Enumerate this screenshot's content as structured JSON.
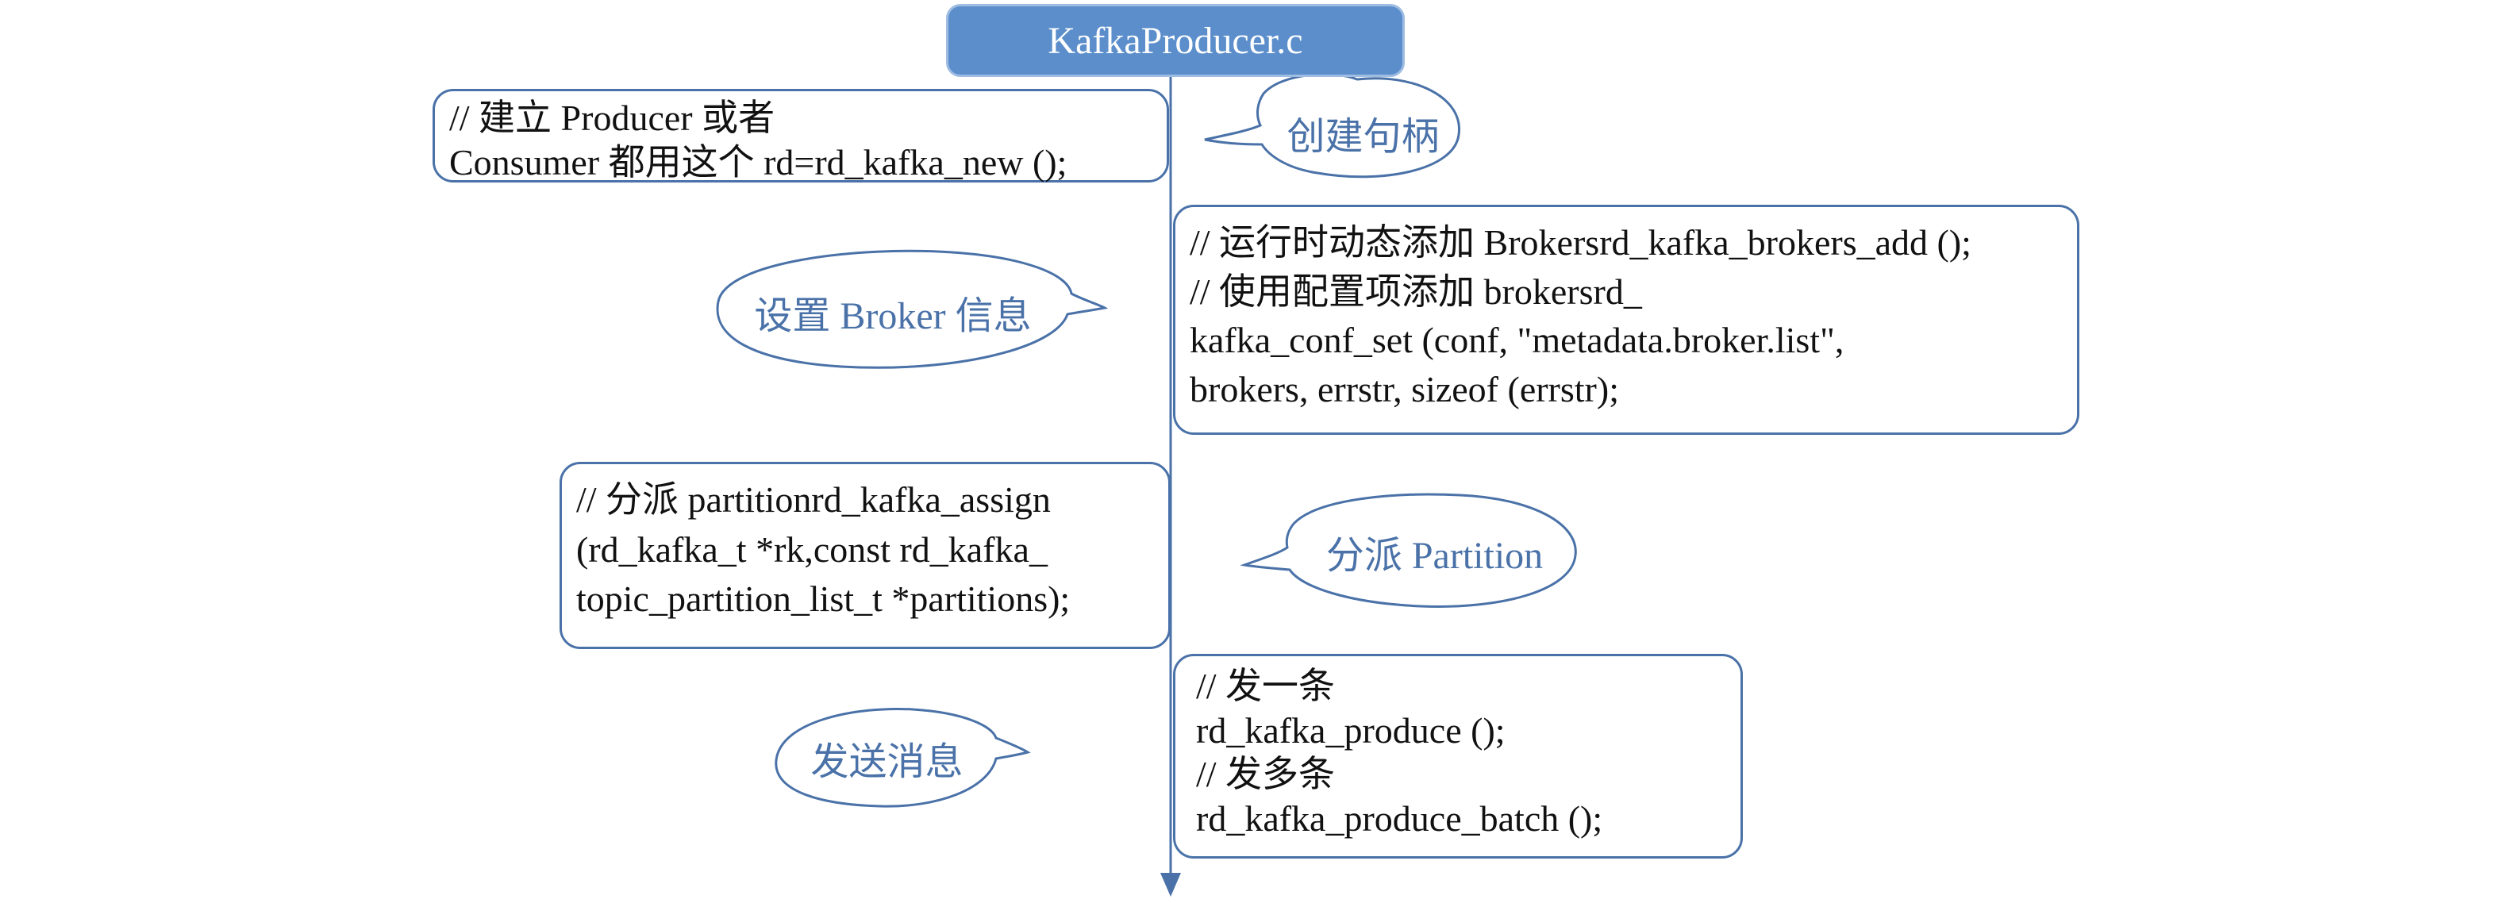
{
  "diagram": {
    "title": "KafkaProducer.c",
    "steps": [
      {
        "label": "创建句柄",
        "code": [
          "// 建立 Producer 或者",
          "Consumer 都用这个 rd=rd_kafka_new ();"
        ]
      },
      {
        "label": "设置 Broker 信息",
        "code": [
          "// 运行时动态添加 Brokersrd_kafka_brokers_add ();",
          "// 使用配置项添加 brokersrd_",
          "kafka_conf_set (conf, \"metadata.broker.list\",",
          "brokers, errstr, sizeof (errstr);"
        ]
      },
      {
        "label": "分派 Partition",
        "code": [
          "// 分派 partitionrd_kafka_assign",
          "(rd_kafka_t *rk,const rd_kafka_",
          "topic_partition_list_t *partitions);"
        ]
      },
      {
        "label": "发送消息",
        "code": [
          "// 发一条",
          "rd_kafka_produce ();",
          "// 发多条",
          "rd_kafka_produce_batch ();"
        ]
      }
    ]
  },
  "colors": {
    "line": "#4a72a8",
    "title_fill": "#5b8ecb",
    "bubble_text": "#4a72a8"
  }
}
